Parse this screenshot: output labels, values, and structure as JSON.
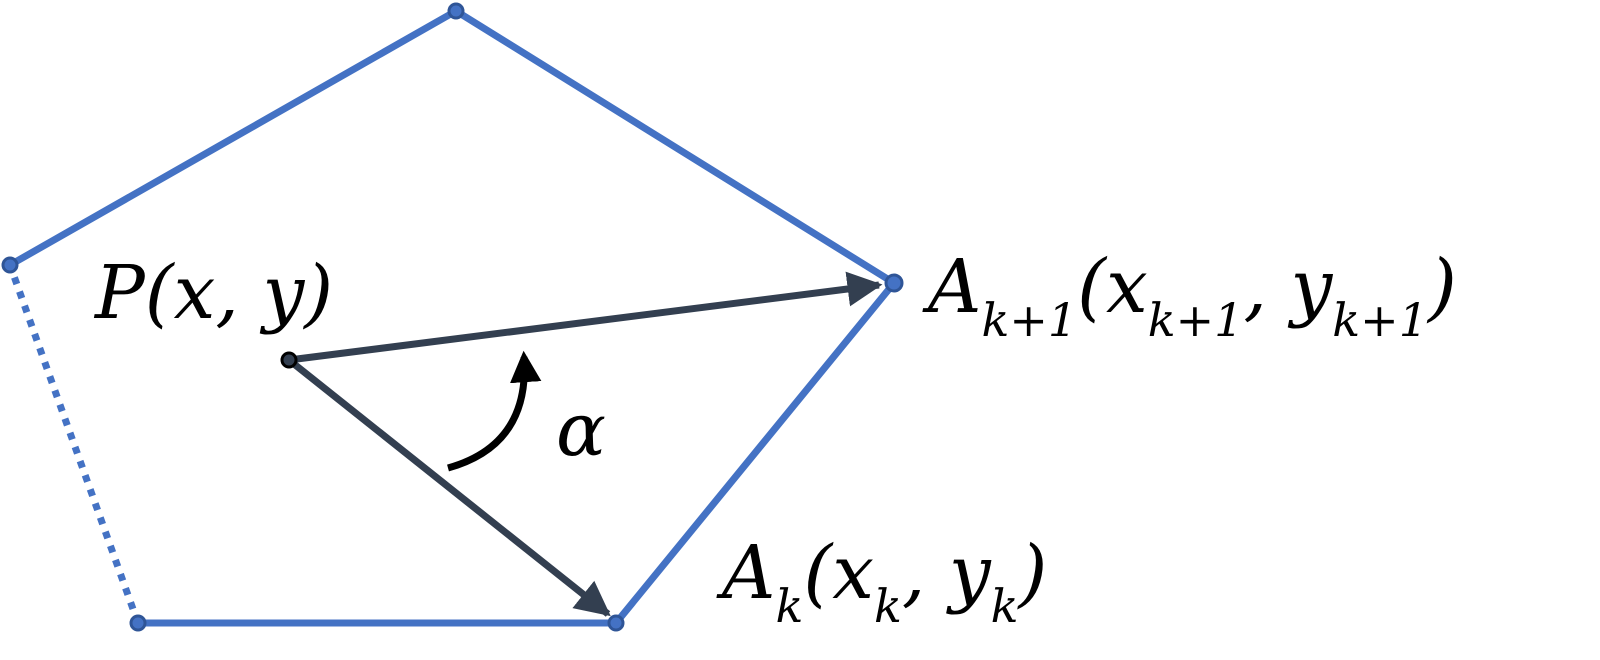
{
  "labels": {
    "point_p": "P(x, y)",
    "vertex_k": {
      "base": "A",
      "sub": "k",
      "coord_open": "(",
      "x": "x",
      "x_sub": "k",
      "sep": ", ",
      "y": "y",
      "y_sub": "k",
      "coord_close": ")"
    },
    "vertex_k1": {
      "base": "A",
      "sub": "k+1",
      "coord_open": "(",
      "x": "x",
      "x_sub": "k+1",
      "sep": ", ",
      "y": "y",
      "y_sub": "k+1",
      "coord_close": ")"
    },
    "angle": "α"
  },
  "colors": {
    "polygon_edge": "#4472c4",
    "vector": "#333f50",
    "arc": "#000000",
    "text": "#000000"
  }
}
